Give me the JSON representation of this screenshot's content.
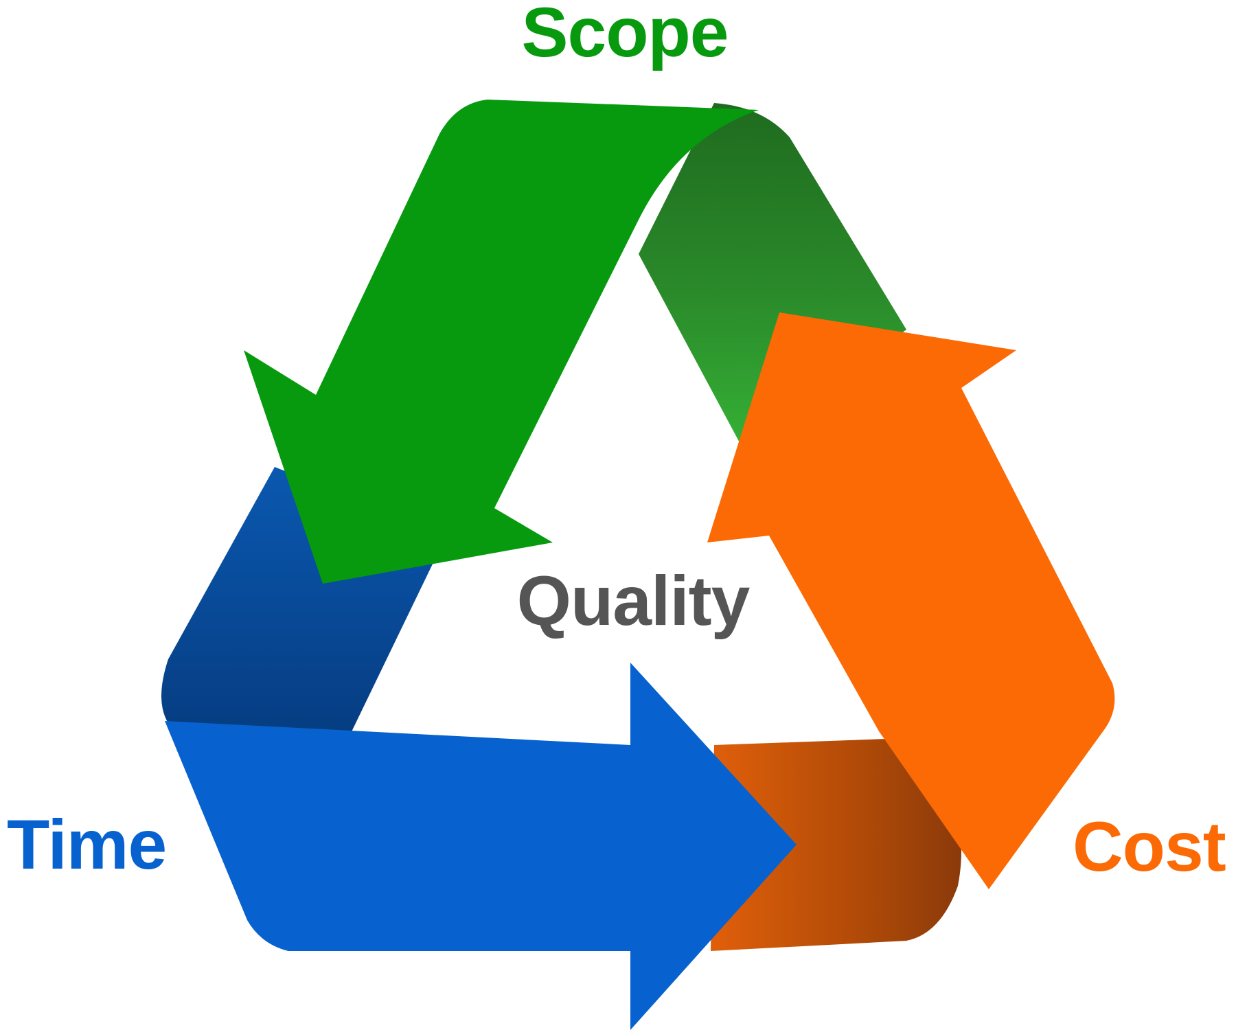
{
  "labels": {
    "scope": "Scope",
    "time": "Time",
    "cost": "Cost",
    "center": "Quality"
  },
  "colors": {
    "scope_green": "#079a0f",
    "scope_green_dark": "#1f6b1f",
    "time_blue": "#0762cf",
    "time_blue_dark": "#063c80",
    "cost_orange": "#fb6a04",
    "cost_orange_dark": "#8b3a0a",
    "quality_gray": "#555555"
  }
}
